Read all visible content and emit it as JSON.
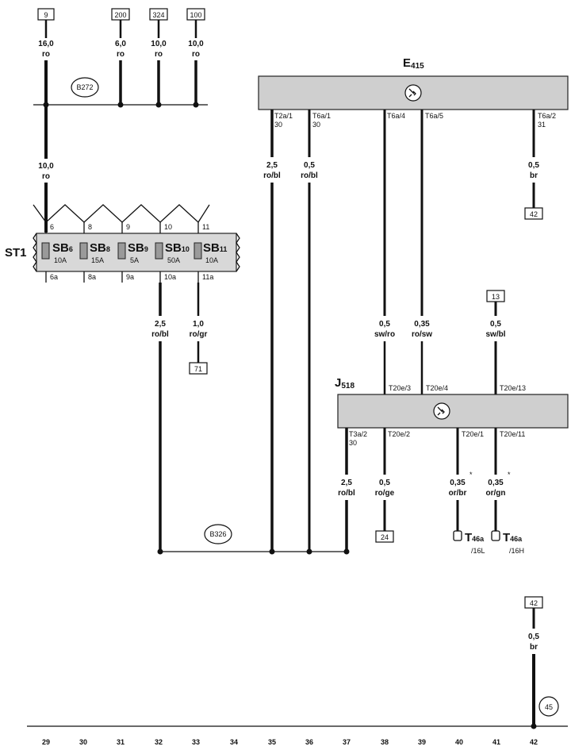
{
  "top_refs": [
    "9",
    "200",
    "324",
    "100"
  ],
  "top_wires": [
    {
      "size": "16,0",
      "color": "ro"
    },
    {
      "size": "6,0",
      "color": "ro"
    },
    {
      "size": "10,0",
      "color": "ro"
    },
    {
      "size": "10,0",
      "color": "ro"
    }
  ],
  "splices": {
    "b272": "B272",
    "b326": "B326"
  },
  "wire_st1_in": {
    "size": "10,0",
    "color": "ro"
  },
  "fuse_carrier": {
    "name": "ST1",
    "fuses": [
      {
        "name": "SB",
        "num": "6",
        "rating": "10A",
        "pin_top": "6",
        "pin_bottom": "6a"
      },
      {
        "name": "SB",
        "num": "8",
        "rating": "15A",
        "pin_top": "8",
        "pin_bottom": "8a"
      },
      {
        "name": "SB",
        "num": "9",
        "rating": "5A",
        "pin_top": "9",
        "pin_bottom": "9a"
      },
      {
        "name": "SB",
        "num": "10",
        "rating": "50A",
        "pin_top": "10",
        "pin_bottom": "10a"
      },
      {
        "name": "SB",
        "num": "11",
        "rating": "10A",
        "pin_top": "11",
        "pin_bottom": "11a"
      }
    ]
  },
  "fuse_out_wires": [
    {
      "size": "2,5",
      "color": "ro/bl"
    },
    {
      "size": "1,0",
      "color": "ro/gr"
    }
  ],
  "ref_71": "71",
  "e415": {
    "name": "E",
    "sub": "415",
    "pins": [
      {
        "pin": "T2a/1",
        "term": "30"
      },
      {
        "pin": "T6a/1",
        "term": "30"
      },
      {
        "pin": "T6a/4",
        "term": ""
      },
      {
        "pin": "T6a/5",
        "term": ""
      },
      {
        "pin": "T6a/2",
        "term": "31"
      }
    ],
    "wires": [
      {
        "size": "2,5",
        "color": "ro/bl"
      },
      {
        "size": "0,5",
        "color": "ro/bl"
      },
      {
        "size": "0,5",
        "color": "sw/ro"
      },
      {
        "size": "0,35",
        "color": "ro/sw"
      },
      {
        "size": "0,5",
        "color": "br"
      }
    ],
    "ref": "42"
  },
  "ref_13": "13",
  "wire_13": {
    "size": "0,5",
    "color": "sw/bl"
  },
  "j518": {
    "name": "J",
    "sub": "518",
    "top_pins": [
      "T20e/3",
      "T20e/4",
      "T20e/13"
    ],
    "bottom_pins": [
      {
        "pin": "T3a/2",
        "term": "30"
      },
      {
        "pin": "T20e/2",
        "term": ""
      },
      {
        "pin": "T20e/1",
        "term": ""
      },
      {
        "pin": "T20e/11",
        "term": ""
      }
    ],
    "wires": [
      {
        "size": "2,5",
        "color": "ro/bl"
      },
      {
        "size": "0,5",
        "color": "ro/ge"
      },
      {
        "size": "0,35",
        "color": "or/br"
      },
      {
        "size": "0,35",
        "color": "or/gn"
      }
    ],
    "ref": "24"
  },
  "t46a": [
    {
      "name": "T",
      "sub": "46a",
      "pin": "/16L"
    },
    {
      "name": "T",
      "sub": "46a",
      "pin": "/16H"
    }
  ],
  "bottom": {
    "ref": "42",
    "wire": {
      "size": "0,5",
      "color": "br"
    },
    "ground": "45"
  },
  "columns": [
    "29",
    "30",
    "31",
    "32",
    "33",
    "34",
    "35",
    "36",
    "37",
    "38",
    "39",
    "40",
    "41",
    "42"
  ]
}
